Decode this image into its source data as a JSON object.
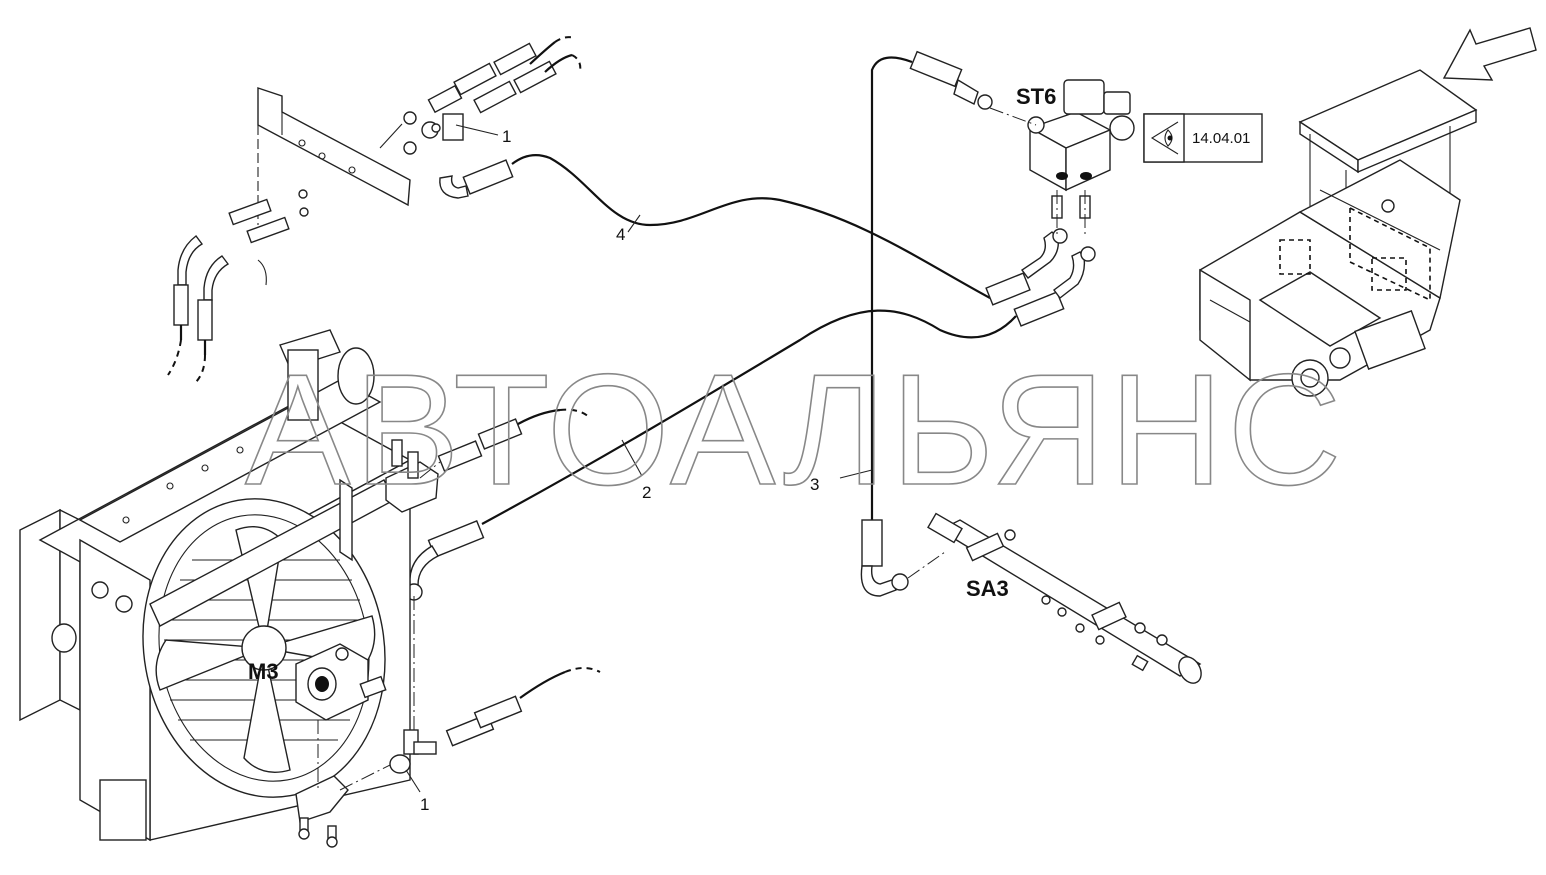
{
  "labels": {
    "item_1_top": "1",
    "item_1_bottom": "1",
    "item_2": "2",
    "item_3": "3",
    "item_4": "4"
  },
  "components": {
    "valve_block": "ST6",
    "sensor_rail": "SA3",
    "pump": "M3"
  },
  "view_reference": "14.04.01",
  "watermark": "АВТОАЛЬЯНС"
}
